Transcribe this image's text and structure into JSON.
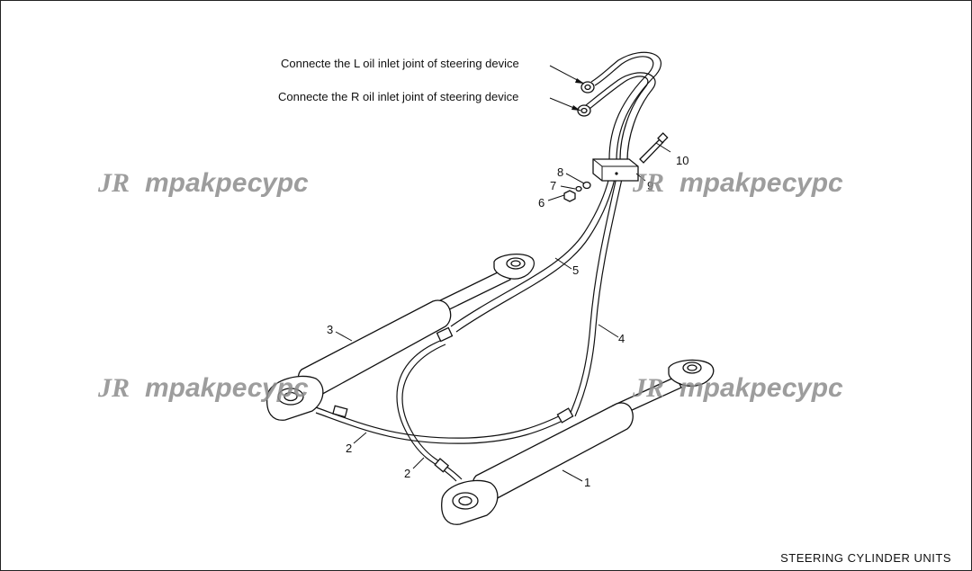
{
  "callouts": {
    "left_inlet": "Connecte the L oil inlet joint of steering device",
    "right_inlet": "Connecte the R oil inlet joint of steering device"
  },
  "part_numbers": {
    "p1": "1",
    "p2a": "2",
    "p2b": "2",
    "p3": "3",
    "p4": "4",
    "p5": "5",
    "p6": "6",
    "p7": "7",
    "p8": "8",
    "p9": "9",
    "p10": "10"
  },
  "watermark": {
    "text": "трakресурс"
  },
  "footer": {
    "title": "STEERING CYLINDER UNITS"
  },
  "colors": {
    "line": "#111111",
    "watermark": "#8d8d8d",
    "background": "#ffffff"
  }
}
